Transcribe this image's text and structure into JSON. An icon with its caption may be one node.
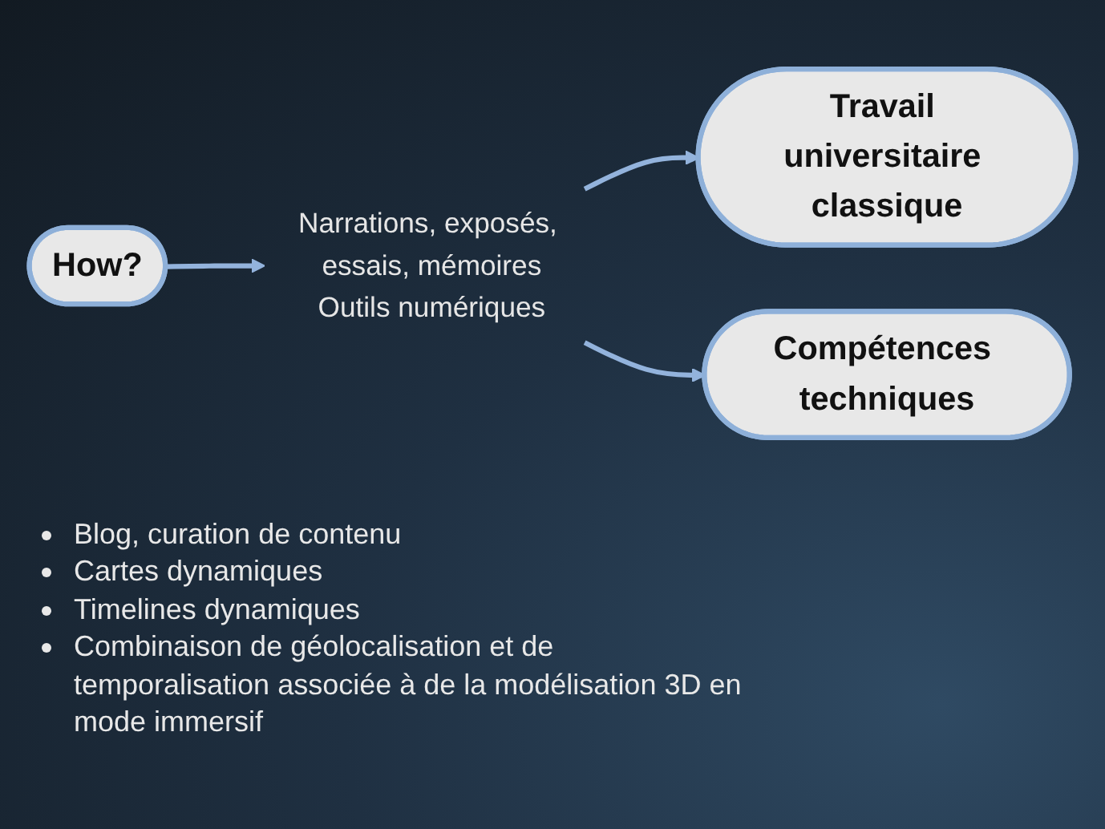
{
  "diagram": {
    "nodes": [
      {
        "text": [
          "How?"
        ]
      },
      {
        "text": [
          "Travail universitaire classique"
        ]
      },
      {
        "text": [
          "Narrations, exposés, essais, mémoires",
          "Outils numériques"
        ]
      },
      {
        "text": [
          "Compétences techniques"
        ]
      }
    ],
    "edges": [
      {
        "from": 0,
        "to": 2,
        "arrow": "to"
      },
      {
        "from": 2,
        "to": 1,
        "arrow": "to"
      },
      {
        "from": 2,
        "to": 3,
        "arrow": "to"
      }
    ],
    "labels": [
      "Blog, curation de contenu",
      "Cartes dynamiques",
      "Timelines dynamiques",
      "Combinaison de géolocalisation et de temporalisation associée à de la modélisation 3D en mode immersif"
    ]
  }
}
